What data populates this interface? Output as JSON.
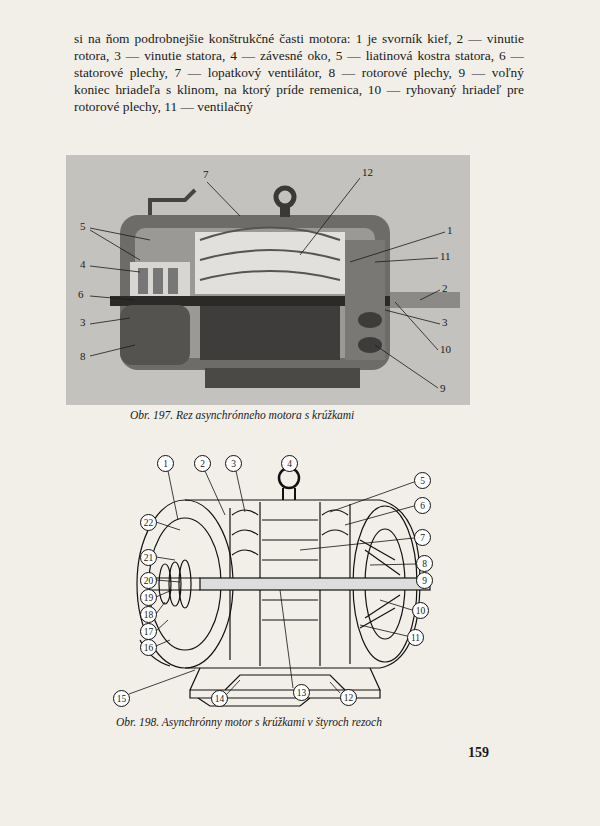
{
  "diagram": {
    "nodes": [
      {
        "text": [
          "1"
        ]
      },
      {
        "text": [
          "2"
        ]
      },
      {
        "text": [
          "3"
        ]
      },
      {
        "text": [
          "4"
        ]
      },
      {
        "text": [
          "5"
        ]
      },
      {
        "text": [
          "6"
        ]
      },
      {
        "text": [
          "7"
        ]
      },
      {
        "text": [
          "8"
        ]
      },
      {
        "text": [
          "9"
        ]
      },
      {
        "text": [
          "10"
        ]
      },
      {
        "text": [
          "11"
        ]
      },
      {
        "text": [
          "12"
        ]
      },
      {
        "text": [
          "13"
        ]
      },
      {
        "text": [
          "14"
        ]
      },
      {
        "text": [
          "15"
        ]
      },
      {
        "text": [
          "16"
        ]
      },
      {
        "text": [
          "17"
        ]
      },
      {
        "text": [
          "18"
        ]
      },
      {
        "text": [
          "19"
        ]
      },
      {
        "text": [
          "20"
        ]
      },
      {
        "text": [
          "21"
        ]
      },
      {
        "text": [
          "22"
        ]
      }
    ],
    "labels": [
      "si na ňom podrobnejšie konštrukčné časti motora: 1 je svorník kief, 2 — vinutie rotora, 3 — vinutie statora, 4 — závesné oko, 5 — liatinová kostra statora, 6 — statorové plechy, 7 — lopatkový ventilátor, 8 — rotorové plechy, 9 — voľný koniec hriadeľa s klinom, na ktorý príde remenica, 10 — ryhovaný hriadeľ pre rotorové plechy, 11 — ventilačný",
      "7",
      "12",
      "5",
      "1",
      "4",
      "11",
      "6",
      "2",
      "3",
      "3",
      "8",
      "10",
      "9",
      "Obr. 197. Rez asynchrónneho motora s krúžkami",
      "Obr. 198. Asynchrónny motor s krúžkami v štyroch rezoch",
      "159"
    ]
  }
}
